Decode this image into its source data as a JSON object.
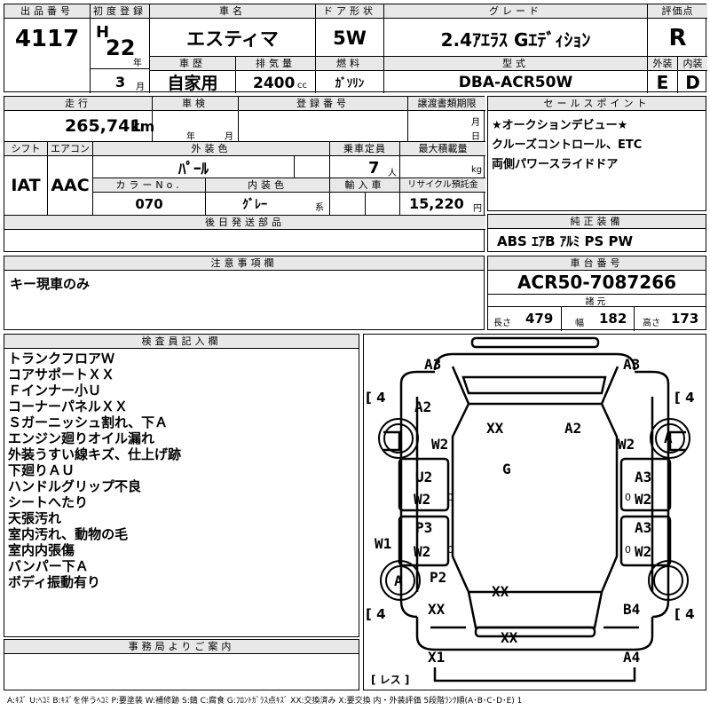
{
  "row1": {
    "lot_label": "出品番号",
    "lot_value": "4117",
    "reg_label": "初度登録",
    "era": "H",
    "year": "22",
    "year_unit": "年",
    "month": "3",
    "month_unit": "月",
    "name_label": "車名",
    "name_value": "エスティマ",
    "history_label": "車歴",
    "history_value": "自家用",
    "disp_label": "排気量",
    "disp_value": "2400",
    "disp_unit": "cc",
    "door_label": "ドア形状",
    "door_value": "5W",
    "fuel_label": "燃料",
    "fuel_value": "ｶﾞｿﾘﾝ",
    "grade_label": "グレード",
    "grade_value": "2.4ｱｴﾗｽ Gｴﾃﾞｨｼｮﾝ",
    "model_label": "型式",
    "model_value": "DBA-ACR50W",
    "score_label": "評価点",
    "score_value": "R",
    "ext_label": "外装",
    "ext_value": "E",
    "int_label": "内装",
    "int_value": "D"
  },
  "row2": {
    "mileage_label": "走行",
    "mileage_value": "265,741",
    "mileage_unit": "km",
    "inspection_label": "車検",
    "insp_year": "年",
    "insp_month": "月",
    "regno_label": "登録番号",
    "deadline_label": "譲渡書類期限",
    "dl_month": "月",
    "dl_day": "日",
    "shift_label": "シフト",
    "shift_value": "IAT",
    "ac_label": "エアコン",
    "ac_value": "AAC",
    "color_label": "外装色",
    "color_value": "ﾊﾟｰﾙ",
    "capacity_label": "乗車定員",
    "capacity_value": "7",
    "capacity_unit": "人",
    "load_label": "最大積載量",
    "load_unit": "kg",
    "colorno_label": "カラーNo.",
    "colorno_value": "070",
    "interior_label": "内装色",
    "interior_value": "ｸﾞﾚｰ",
    "interior_unit": "系",
    "import_label": "輸入車",
    "recycle_label": "リサイクル預託金",
    "recycle_value": "15,220",
    "recycle_unit": "円",
    "later_label": "後日発送部品"
  },
  "sales": {
    "label": "セールスポイント",
    "lines": [
      "★オークションデビュー★",
      "クルーズコントロール、ETC",
      "両側パワースライドドア"
    ]
  },
  "equipment": {
    "label": "純正装備",
    "value": "ABS ｴｱB ｱﾙﾐ PS PW"
  },
  "caution": {
    "label": "注意事項欄",
    "value": "キー現車のみ"
  },
  "chassis": {
    "label": "車台番号",
    "value": "ACR50-7087266",
    "specs_label": "諸元",
    "len_label": "長さ",
    "len_value": "479",
    "wid_label": "幅",
    "wid_value": "182",
    "hgt_label": "高さ",
    "hgt_value": "173"
  },
  "inspector": {
    "label": "検査員記入欄",
    "lines": [
      "トランクフロアＷ",
      "コアサポートＸＸ",
      "Ｆインナー小Ｕ",
      "コーナーパネルＸＸ",
      "Ｓガーニッシュ割れ、下Ａ",
      "エンジン廻りオイル漏れ",
      "外装うすい線キズ、仕上げ跡",
      "下廻りＡＵ",
      "ハンドルグリップ不良",
      "シートへたり",
      "天張汚れ",
      "室内汚れ、動物の毛",
      "室内内張傷",
      "バンパー下Ａ",
      "ボディ振動有り"
    ]
  },
  "office": {
    "label": "事務局よりご案内"
  },
  "diagram": {
    "marks": {
      "a3_tl": "A3",
      "a3_tr": "A3",
      "tire_tl": "4",
      "tire_tr": "4",
      "tire_bl": "4",
      "tire_br": "4",
      "a2_l": "A2",
      "xx_top": "XX",
      "a2_roof": "A2",
      "w2_fl": "W2",
      "a_fr": "A",
      "w2_fr": "W2",
      "u2": "U2",
      "g": "G",
      "a3_r1": "A3",
      "w2_ld": "W2",
      "w2_rd": "W2",
      "p3": "P3",
      "a3_r2": "A3",
      "w1": "W1",
      "w2_lr": "W2",
      "w2_rr": "W2",
      "a_rl": "A",
      "p2": "P2",
      "xx_mid": "XX",
      "xx_rl": "XX",
      "b4": "B4",
      "xx_rear": "XX",
      "x1": "X1",
      "a4": "A4",
      "zero1": "0",
      "zero2": "0",
      "zero3": "0",
      "zero4": "0",
      "less": "レス"
    }
  },
  "footer": "A:ｷｽﾞ U:ﾍｺﾐ B:ｷｽﾞを伴うﾍｺﾐ P:要塗装 W:補修跡 S:錆 C:腐食 G:ﾌﾛﾝﾄｶﾞﾗｽ点ｷｽﾞ XX:交換済み X:要交換 内・外装評価 5段階ﾗﾝｸ順(A･B･C･D･E) 1"
}
